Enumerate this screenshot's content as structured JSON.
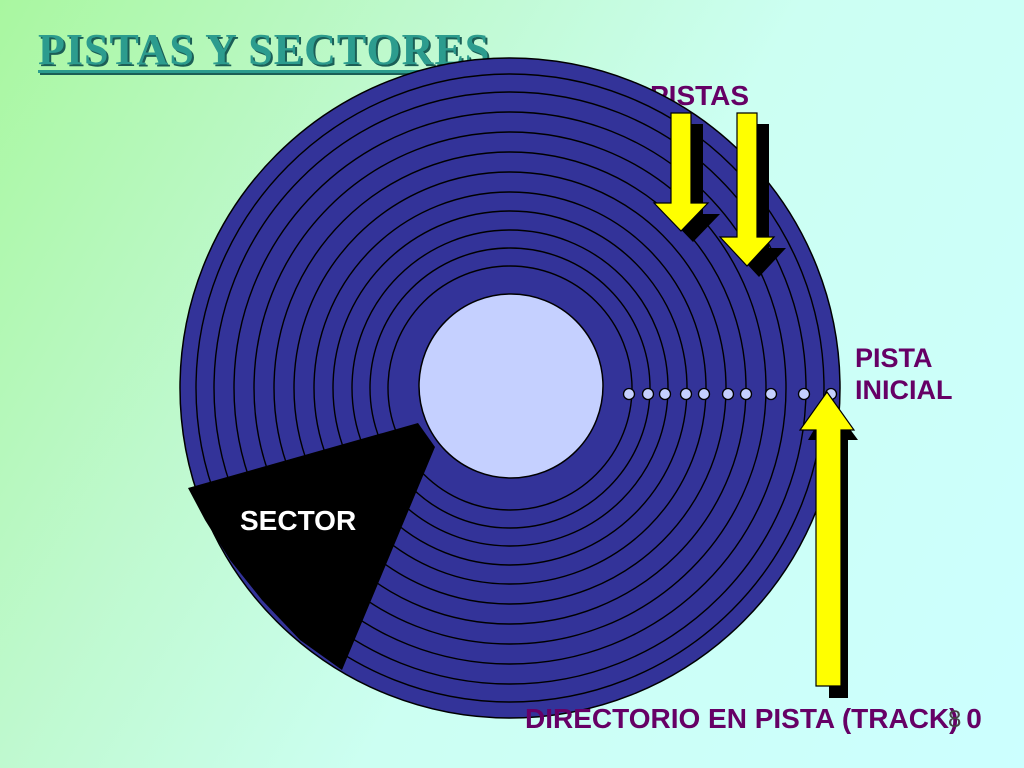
{
  "slide": {
    "title": "PISTAS Y SECTORES",
    "number": "8"
  },
  "labels": {
    "tracks": "PISTAS",
    "initial_track_line1": "PISTA",
    "initial_track_line2": "INICIAL",
    "sector": "SECTOR",
    "directory": "DIRECTORIO EN PISTA (TRACK) 0"
  },
  "colors": {
    "disk": "#333399",
    "hub": "#c5d0ff",
    "sector": "#000000",
    "arrow": "#ffff00",
    "label_text": "#660066",
    "title": "#2c9c8e"
  }
}
